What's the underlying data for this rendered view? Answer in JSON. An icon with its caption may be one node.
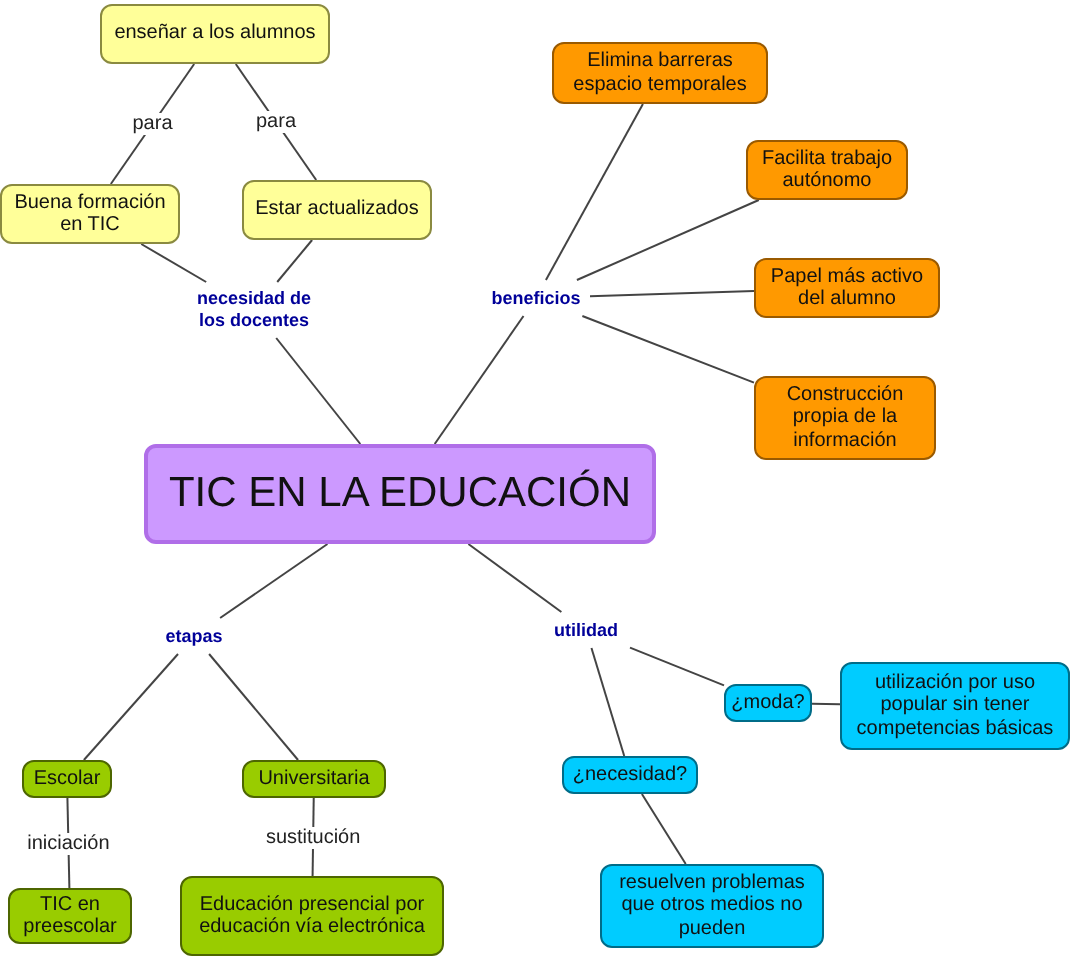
{
  "diagram": {
    "nodes": [
      {
        "text": [
          "enseñar a los alumnos"
        ]
      },
      {
        "text": [
          "Buena formación en TIC"
        ]
      },
      {
        "text": [
          "Estar actualizados"
        ]
      },
      {
        "text": [
          "necesidad de los docentes"
        ]
      },
      {
        "text": [
          "beneficios"
        ]
      },
      {
        "text": [
          "Elimina barreras espacio temporales"
        ]
      },
      {
        "text": [
          "Facilita trabajo autónomo"
        ]
      },
      {
        "text": [
          "Papel más activo del alumno"
        ]
      },
      {
        "text": [
          "Construcción propia de la información"
        ]
      },
      {
        "text": [
          "TIC EN LA EDUCACIÓN"
        ]
      },
      {
        "text": [
          "etapas"
        ]
      },
      {
        "text": [
          "utilidad"
        ]
      },
      {
        "text": [
          "¿moda?"
        ]
      },
      {
        "text": [
          "utilización por uso popular sin tener competencias básicas"
        ]
      },
      {
        "text": [
          "Escolar"
        ]
      },
      {
        "text": [
          "Universitaria"
        ]
      },
      {
        "text": [
          "¿necesidad?"
        ]
      },
      {
        "text": [
          "TIC en preescolar"
        ]
      },
      {
        "text": [
          "Educación presencial por educación vía electrónica"
        ]
      },
      {
        "text": [
          "resuelven problemas que otros medios no pueden"
        ]
      }
    ],
    "edges": [
      {
        "from": 1,
        "to": 0,
        "arrow": "none",
        "label": "para"
      },
      {
        "from": 2,
        "to": 0,
        "arrow": "none",
        "label": "para"
      },
      {
        "from": 3,
        "to": 1,
        "arrow": "none"
      },
      {
        "from": 3,
        "to": 2,
        "arrow": "none"
      },
      {
        "from": 9,
        "to": 3,
        "arrow": "none"
      },
      {
        "from": 9,
        "to": 4,
        "arrow": "none"
      },
      {
        "from": 4,
        "to": 5,
        "arrow": "none"
      },
      {
        "from": 4,
        "to": 6,
        "arrow": "none"
      },
      {
        "from": 4,
        "to": 7,
        "arrow": "none"
      },
      {
        "from": 4,
        "to": 8,
        "arrow": "none"
      },
      {
        "from": 9,
        "to": 10,
        "arrow": "none"
      },
      {
        "from": 10,
        "to": 14,
        "arrow": "none"
      },
      {
        "from": 10,
        "to": 15,
        "arrow": "none"
      },
      {
        "from": 9,
        "to": 11,
        "arrow": "none"
      },
      {
        "from": 11,
        "to": 12,
        "arrow": "none"
      },
      {
        "from": 11,
        "to": 16,
        "arrow": "none"
      },
      {
        "from": 12,
        "to": 13,
        "arrow": "none"
      },
      {
        "from": 14,
        "to": 17,
        "arrow": "none",
        "label": "iniciación"
      },
      {
        "from": 15,
        "to": 18,
        "arrow": "none",
        "label": "sustitución"
      },
      {
        "from": 16,
        "to": 19,
        "arrow": "none"
      }
    ]
  }
}
